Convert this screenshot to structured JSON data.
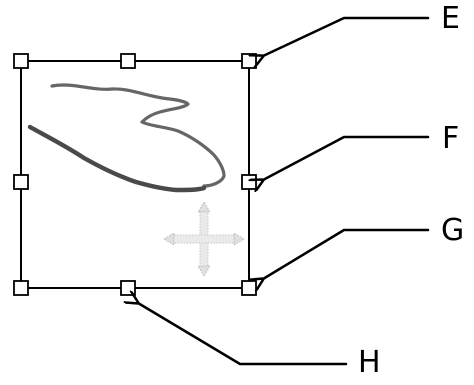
{
  "labels": {
    "e": "E",
    "f": "F",
    "g": "G",
    "h": "H"
  },
  "colors": {
    "ink": "#000000",
    "stroke_gray": "#555555",
    "cursor_gray": "#bdbdbd"
  },
  "icons": {
    "cursor": "move-cursor-icon",
    "handle": "resize-handle-icon"
  }
}
